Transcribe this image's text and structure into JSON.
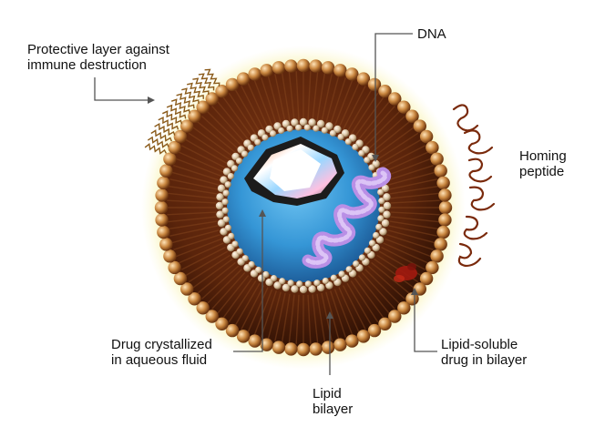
{
  "labels": {
    "protective_line1": "Protective layer against",
    "protective_line2": "immune destruction",
    "dna": "DNA",
    "homing_line1": "Homing",
    "homing_line2": "peptide",
    "drug_crystal_line1": "Drug crystallized",
    "drug_crystal_line2": "in aqueous fluid",
    "lipid_soluble_line1": "Lipid-soluble",
    "lipid_soluble_line2": "drug in bilayer",
    "lipid_bilayer_line1": "Lipid",
    "lipid_bilayer_line2": "bilayer"
  },
  "colors": {
    "halo": "#f3ea74",
    "outer_head": "#c98740",
    "membrane_dark": "#4a1d08",
    "inner_head": "#dcc6a6",
    "aqueous_core": "#3fa3e0",
    "dna": "#b98fe6",
    "lipid_drug": "#a21a10",
    "pointer": "#555555"
  }
}
